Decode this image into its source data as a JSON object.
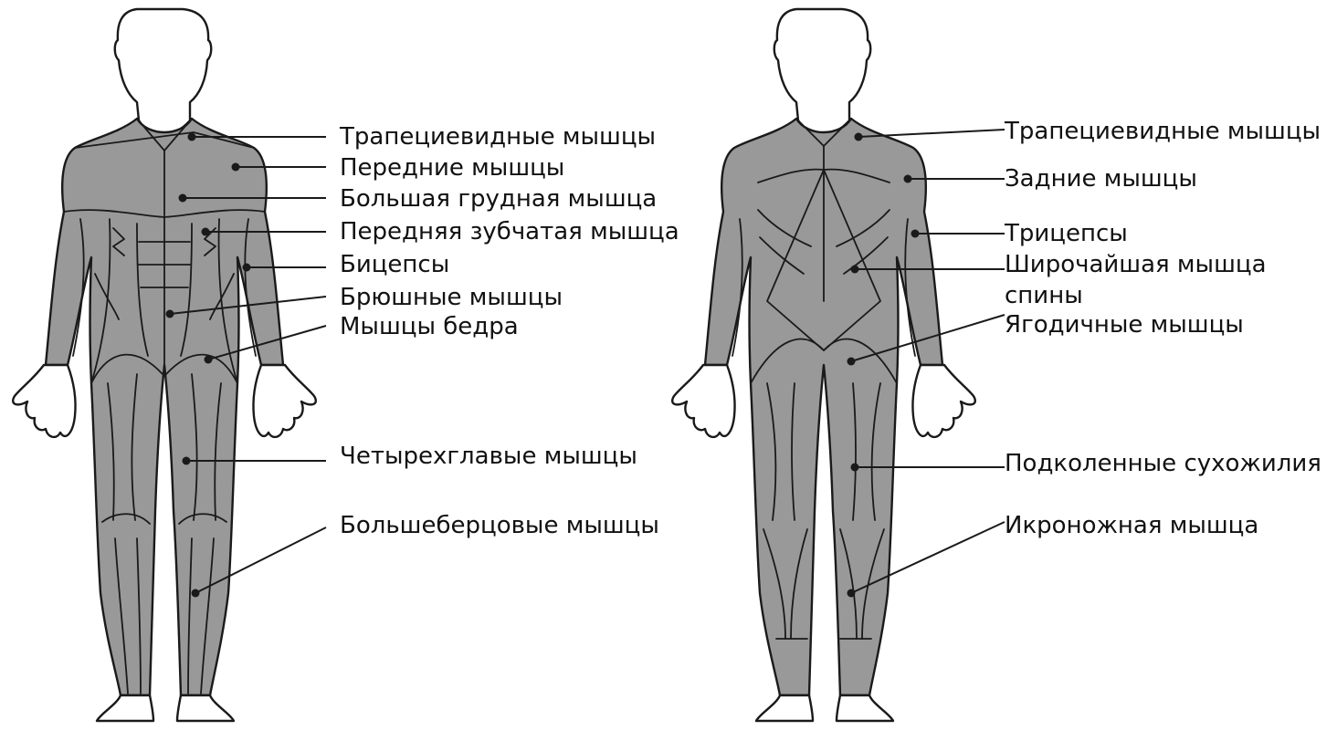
{
  "colors": {
    "muscle": "#999999",
    "skin": "#ffffff",
    "outline": "#1a1a1a",
    "text": "#111111"
  },
  "front": {
    "labels": {
      "trapezius": "Трапециевидные мышцы",
      "deltoid": "Передние мышцы",
      "pectoral": "Большая грудная мышца",
      "serratus": "Передняя зубчатая мышца",
      "biceps": "Бицепсы",
      "abdominals": "Брюшные мышцы",
      "thigh": "Мышцы бедра",
      "quadriceps": "Четырехглавые мышцы",
      "tibialis": "Большеберцовые мышцы"
    }
  },
  "back": {
    "labels": {
      "trapezius": "Трапециевидные мышцы",
      "rear_deltoid": "Задние мышцы",
      "triceps": "Трицепсы",
      "latissimus_line1": "Широчайшая мышца",
      "latissimus_line2": "спины",
      "gluteus": "Ягодичные мышцы",
      "hamstrings": "Подколенные сухожилия",
      "calf": "Икроножная мышца"
    }
  }
}
